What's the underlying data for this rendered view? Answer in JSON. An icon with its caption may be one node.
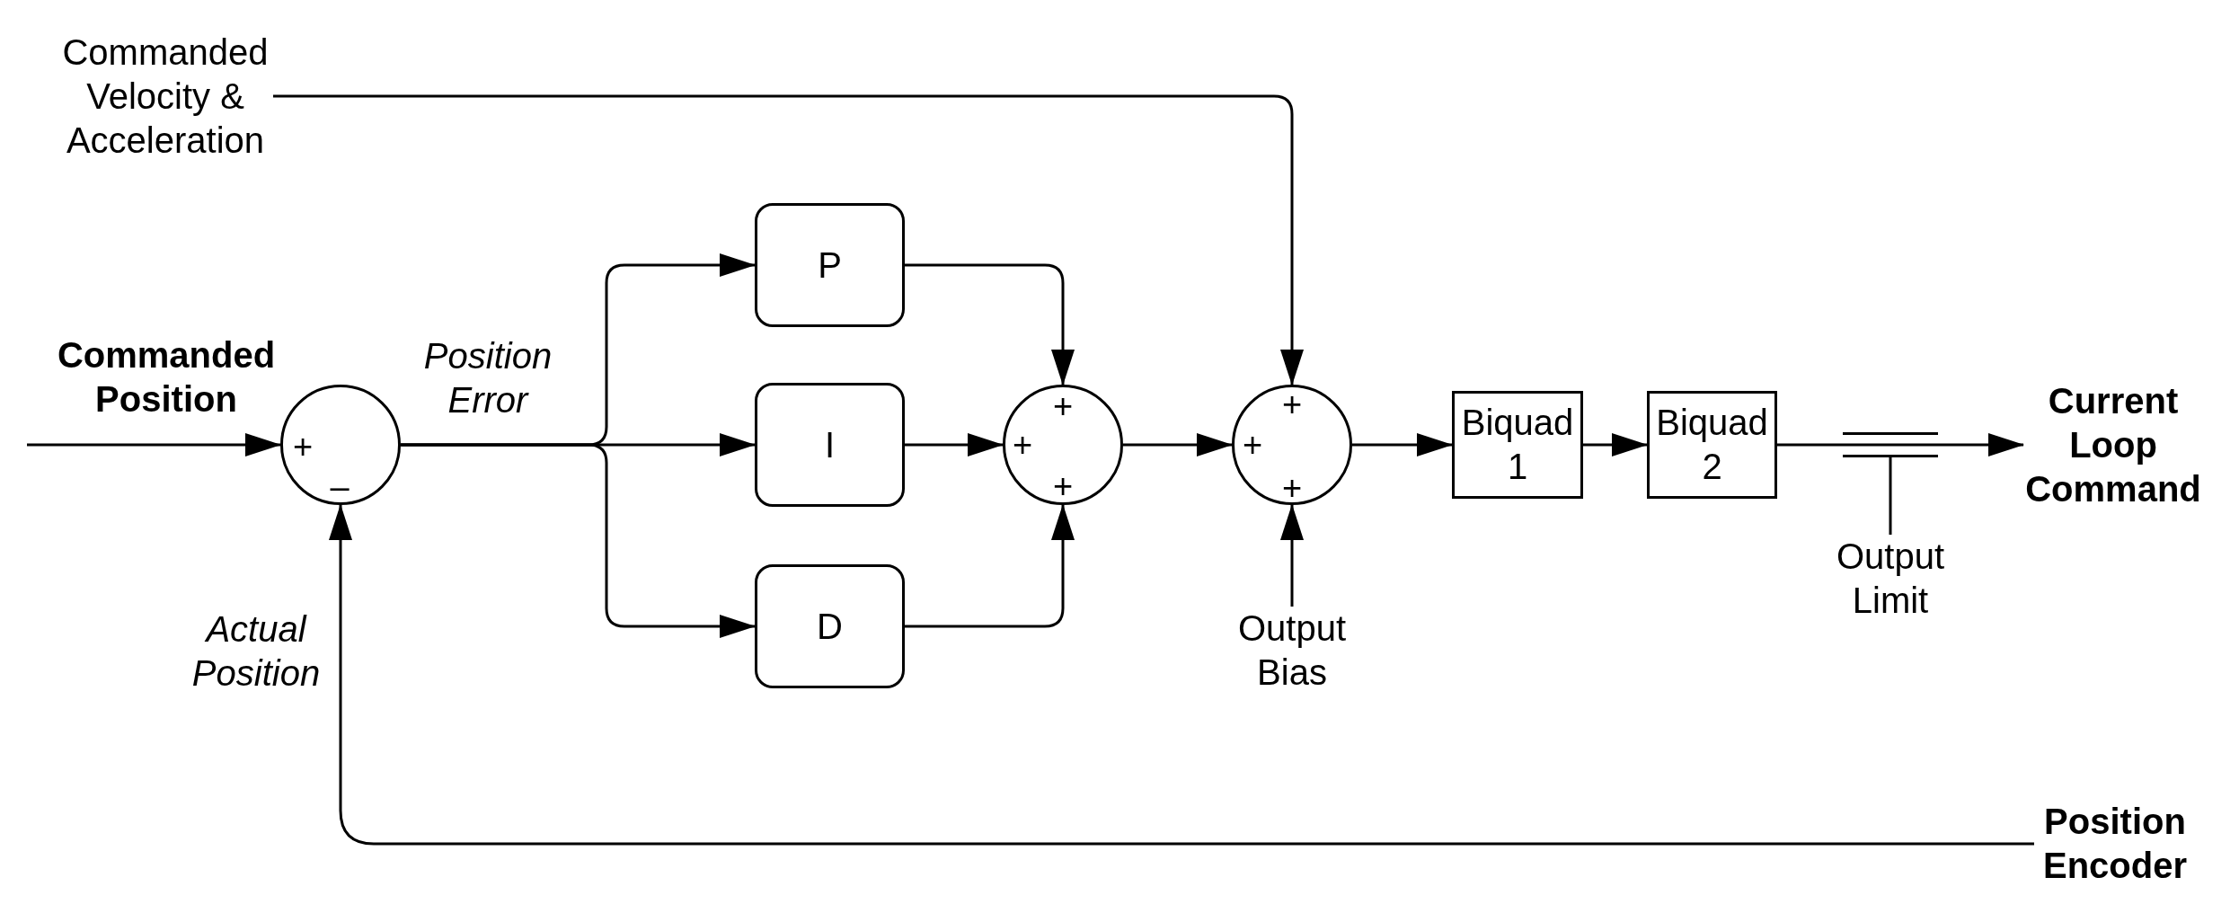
{
  "diagram": {
    "nodes": [
      {
        "text": [
          "Commanded Velocity & Acceleration"
        ]
      },
      {
        "text": [
          "+",
          "–"
        ]
      },
      {
        "text": [
          "P"
        ]
      },
      {
        "text": [
          "I"
        ]
      },
      {
        "text": [
          "D"
        ]
      },
      {
        "text": [
          "+",
          "+",
          "+"
        ]
      },
      {
        "text": [
          "+",
          "+",
          "+"
        ]
      },
      {
        "text": [
          "Output Bias"
        ]
      },
      {
        "text": [
          "Biquad 1"
        ]
      },
      {
        "text": [
          "Biquad 2"
        ]
      },
      {
        "text": [],
        "shape": "bar"
      },
      {
        "text": [
          "Output Limit"
        ]
      },
      {
        "text": [
          "Current Loop Command"
        ]
      },
      {
        "text": [
          "Position Encoder"
        ]
      }
    ],
    "edges": [
      {
        "from": null,
        "to": 1,
        "arrow": "to",
        "label": "Commanded Position"
      },
      {
        "from": 1,
        "to": 2,
        "arrow": "to"
      },
      {
        "from": 1,
        "to": 3,
        "arrow": "to",
        "label": "Position Error"
      },
      {
        "from": 1,
        "to": 4,
        "arrow": "to"
      },
      {
        "from": 2,
        "to": 5,
        "arrow": "to"
      },
      {
        "from": 3,
        "to": 5,
        "arrow": "to"
      },
      {
        "from": 4,
        "to": 5,
        "arrow": "to"
      },
      {
        "from": 5,
        "to": 6,
        "arrow": "to"
      },
      {
        "from": 0,
        "to": 6,
        "arrow": "to"
      },
      {
        "from": 7,
        "to": 6,
        "arrow": "to"
      },
      {
        "from": 6,
        "to": 8,
        "arrow": "to"
      },
      {
        "from": 8,
        "to": 9,
        "arrow": "to"
      },
      {
        "from": 9,
        "to": 10,
        "arrow": "none"
      },
      {
        "from": 10,
        "to": 12,
        "arrow": "to"
      },
      {
        "from": 11,
        "to": 10,
        "arrow": "none"
      },
      {
        "from": 13,
        "to": 1,
        "arrow": "to",
        "label": "Actual Position"
      }
    ]
  }
}
